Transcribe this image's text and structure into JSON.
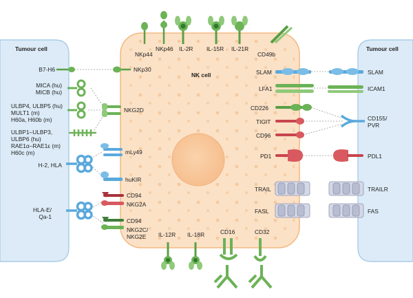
{
  "labels": {
    "tumour_cell": "Tumour cell",
    "nk_cell": "NK cell",
    "nkp44": "NKp44",
    "nkp46": "NKp46",
    "il2r": "IL-2R",
    "il15r": "IL-15R",
    "il21r": "IL-21R",
    "cd49b": "CD49b",
    "nkp30": "NKp30",
    "nkg2d": "NKG2D",
    "mly49": "mLy49",
    "hukir": "huKIR",
    "cd94": "CD94",
    "nkg2a": "NKG2A",
    "nkg2c_line1": "NKG2C/",
    "nkg2c_line2": "NKG2E",
    "b7h6": "B7-H6",
    "mica": "MICA (hu)",
    "micb": "MICB (hu)",
    "ulbp4": "ULBP4, ULBP5 (hu)",
    "mult1": "MULT1 (m)",
    "h60a": "H60a, H60b (m)",
    "ulbp1": "ULBP1–ULBP3,",
    "ulbp6": "ULBP6 (hu)",
    "rae1": "RAE1α–RAE1ε (m)",
    "h60c": "H60c (m)",
    "h2_hla": "H-2, HLA",
    "hla_e": "HLA-E/",
    "qa1": "Qa-1",
    "slam": "SLAM",
    "lfa1": "LFA1",
    "cd226": "CD226",
    "tigit": "TIGIT",
    "cd96": "CD96",
    "pd1": "PD1",
    "trail": "TRAIL",
    "fasl": "FASL",
    "icam1": "ICAM1",
    "cd155": "CD155/",
    "pvr": "PVR",
    "pdl1": "PDL1",
    "trailr": "TRAILR",
    "fas": "FAS",
    "il12r": "IL-12R",
    "il18r": "IL-18R",
    "cd16": "CD16",
    "cd32": "CD32"
  }
}
